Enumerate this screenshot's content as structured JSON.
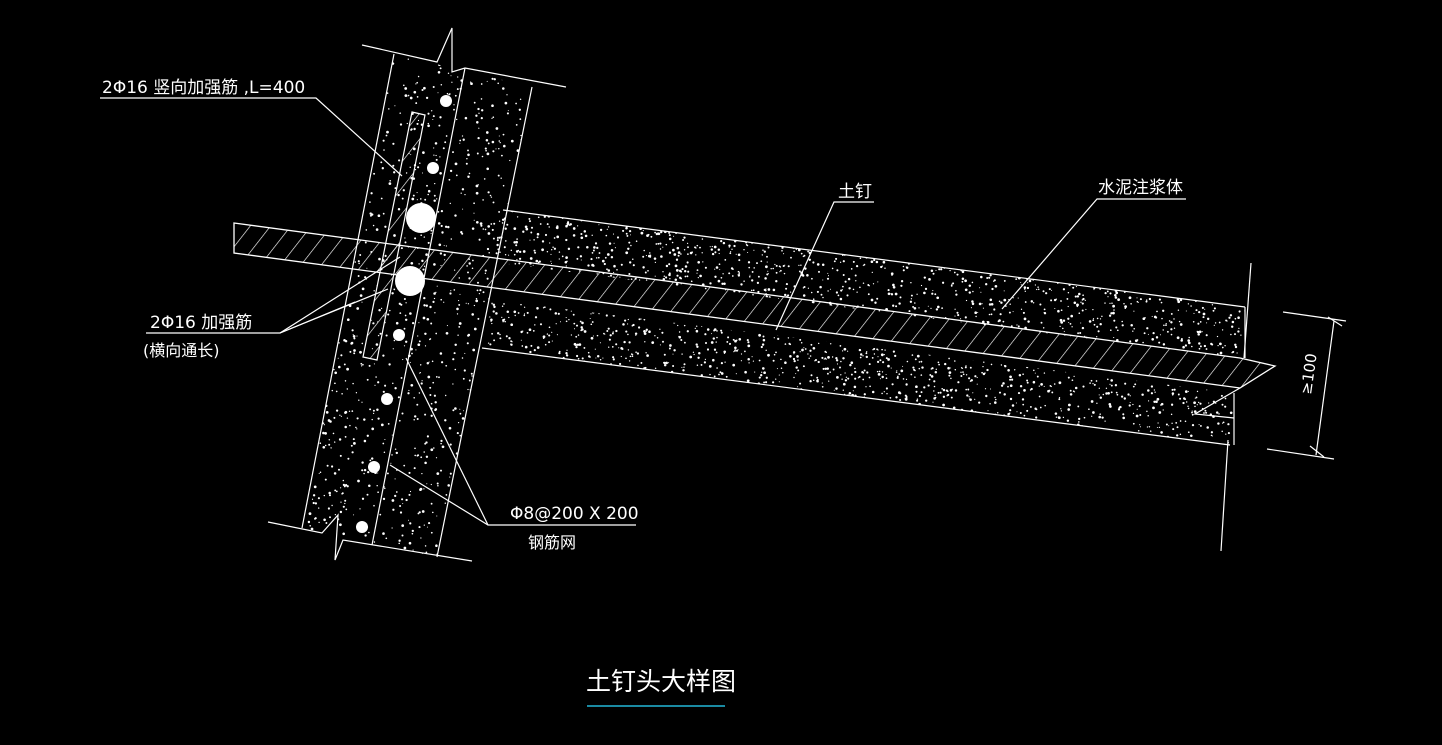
{
  "labels": {
    "vertical_bars": "2Φ16 竖向加强筋 ,L=400",
    "horizontal_bars_line1": "2Φ16 加强筋",
    "horizontal_bars_line2": "(横向通长)",
    "mesh_line1": "Φ8@200 X 200",
    "mesh_line2": "钢筋网",
    "soil_nail": "土钉",
    "grout": "水泥注浆体",
    "dimension": "≥100"
  },
  "title": "土钉头大样图",
  "colors": {
    "background": "#000000",
    "linework": "#ffffff",
    "title_underline": "#22b8d8"
  }
}
